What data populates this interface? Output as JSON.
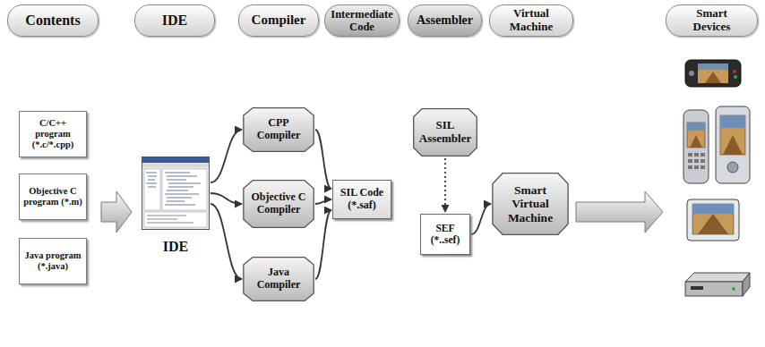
{
  "diagram": {
    "nodes": [
      {
        "text": [
          "Contents"
        ]
      },
      {
        "text": [
          "C/C++ program (*.c/*.cpp)"
        ],
        "in": 0
      },
      {
        "text": [
          "Objective C program (*.m)"
        ],
        "in": 0
      },
      {
        "text": [
          "Java program (*.java)"
        ],
        "in": 0
      },
      {
        "text": [
          "IDE"
        ]
      },
      {
        "text": [
          "IDE"
        ],
        "in": 4
      },
      {
        "text": [
          "Compiler"
        ]
      },
      {
        "text": [
          "CPP Compiler"
        ],
        "in": 6
      },
      {
        "text": [
          "Objective C Compiler"
        ],
        "in": 6
      },
      {
        "text": [
          "Java Compiler"
        ],
        "in": 6
      },
      {
        "text": [
          "Intermediate Code"
        ]
      },
      {
        "text": [
          "SIL Code (*.saf)"
        ],
        "in": 10
      },
      {
        "text": [
          "Assembler"
        ]
      },
      {
        "text": [
          "SIL Assembler"
        ],
        "in": 12
      },
      {
        "text": [
          "SEF (*..sef)"
        ],
        "in": 12
      },
      {
        "text": [
          "Virtual Machine"
        ]
      },
      {
        "text": [
          "Smart Virtual Machine"
        ],
        "in": 15
      },
      {
        "text": [
          "Smart Devices"
        ]
      }
    ],
    "edges": [
      {
        "from": 0,
        "to": 4,
        "arrow": "to"
      },
      {
        "from": 5,
        "to": 7,
        "arrow": "to"
      },
      {
        "from": 5,
        "to": 8,
        "arrow": "to"
      },
      {
        "from": 5,
        "to": 9,
        "arrow": "to"
      },
      {
        "from": 7,
        "to": 11,
        "arrow": "to"
      },
      {
        "from": 8,
        "to": 11,
        "arrow": "to"
      },
      {
        "from": 9,
        "to": 11,
        "arrow": "to"
      },
      {
        "from": 13,
        "to": 14,
        "arrow": "to"
      },
      {
        "from": 14,
        "to": 16,
        "arrow": "to"
      },
      {
        "from": 15,
        "to": 17,
        "arrow": "to"
      }
    ]
  }
}
